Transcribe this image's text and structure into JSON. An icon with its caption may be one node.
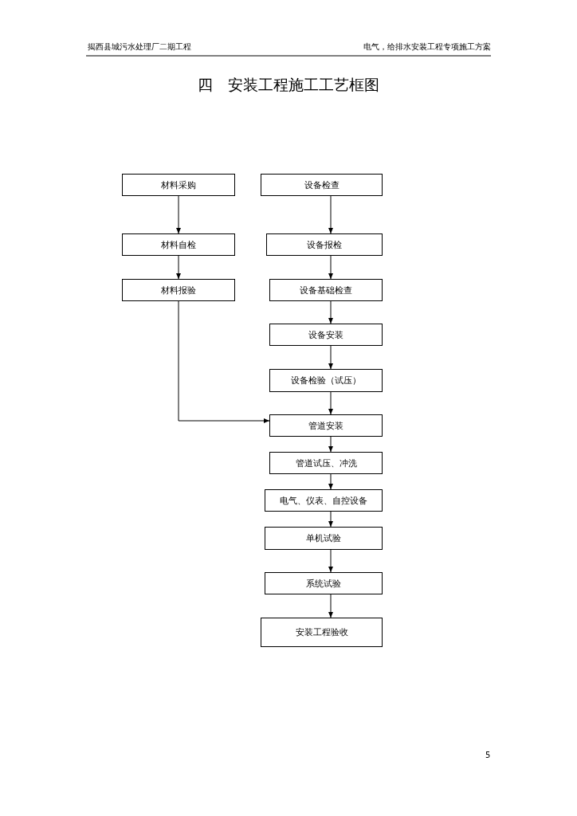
{
  "diagram": {
    "title": "四　安装工程施工工艺框图",
    "nodes": [
      {
        "text": [
          "材料采购"
        ]
      },
      {
        "text": [
          "设备检查"
        ]
      },
      {
        "text": [
          "材料自检"
        ]
      },
      {
        "text": [
          "设备报检"
        ]
      },
      {
        "text": [
          "材料报验"
        ]
      },
      {
        "text": [
          "设备基础检查"
        ]
      },
      {
        "text": [
          "设备安装"
        ]
      },
      {
        "text": [
          "设备检验（试压）"
        ]
      },
      {
        "text": [
          "管道安装"
        ]
      },
      {
        "text": [
          "管道试压、冲洗"
        ]
      },
      {
        "text": [
          "电气、仪表、自控设备"
        ]
      },
      {
        "text": [
          "单机试验"
        ]
      },
      {
        "text": [
          "系统试验"
        ]
      },
      {
        "text": [
          "安装工程验收"
        ]
      }
    ],
    "edges": [
      {
        "from": 0,
        "to": 2,
        "arrow": "to"
      },
      {
        "from": 2,
        "to": 4,
        "arrow": "to"
      },
      {
        "from": 1,
        "to": 3,
        "arrow": "to"
      },
      {
        "from": 3,
        "to": 5,
        "arrow": "to"
      },
      {
        "from": 5,
        "to": 6,
        "arrow": "to"
      },
      {
        "from": 6,
        "to": 7,
        "arrow": "to"
      },
      {
        "from": 7,
        "to": 8,
        "arrow": "to"
      },
      {
        "from": 4,
        "to": 8,
        "arrow": "to"
      },
      {
        "from": 8,
        "to": 9,
        "arrow": "to"
      },
      {
        "from": 9,
        "to": 10,
        "arrow": "to"
      },
      {
        "from": 10,
        "to": 11,
        "arrow": "to"
      },
      {
        "from": 11,
        "to": 12,
        "arrow": "to"
      },
      {
        "from": 12,
        "to": 13,
        "arrow": "to"
      }
    ],
    "labels": [
      "揭西县城污水处理厂二期工程",
      "电气，给排水安装工程专项施工方案",
      "5"
    ]
  }
}
